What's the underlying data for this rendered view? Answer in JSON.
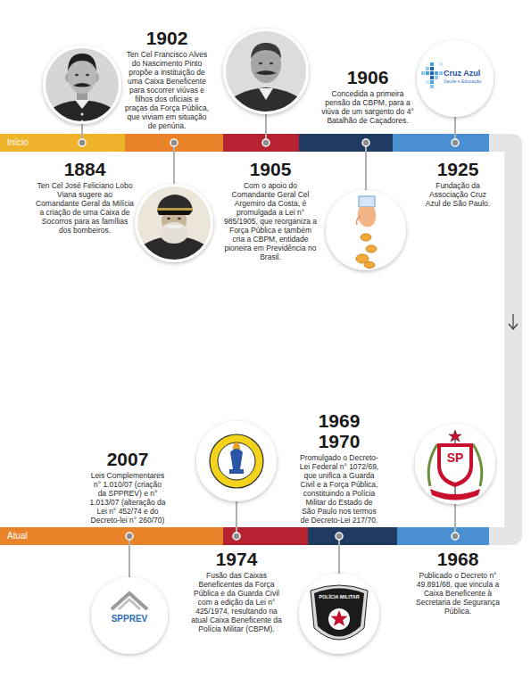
{
  "diagram": {
    "nodes": [
      {
        "text": [
          "1884",
          "Ten Cel José Feliciano Lobo Viana sugere ao Comandante Geral da Milícia a criação de uma Caixa de Socorros para as famílias dos bombeiros."
        ]
      },
      {
        "text": [
          "1902",
          "Ten Cel Francisco Alves do Nascimento Pinto propõe a instituição de uma Caixa Beneficente para socorrer viúvas e filhos dos oficiais e praças da Força Pública, que viviam em situação de penúria."
        ]
      },
      {
        "text": [
          "1905",
          "Com o apoio do Comandante Geral Cel Argemiro da Costa, é promulgada a Lei n° 985/1905, que reorganiza a Força Pública e também cria a CBPM, entidade pioneira em Previdência no Brasil."
        ]
      },
      {
        "text": [
          "1906",
          "Concedida a primeira pensão da CBPM, para a viúva de um sargento do 4° Batalhão de Caçadores."
        ]
      },
      {
        "text": [
          "1925",
          "Fundação da Associação Cruz Azul de São Paulo."
        ]
      },
      {
        "text": [
          "1968",
          "Publicado o Decreto n° 49.891/68, que vincula a Caixa Beneficente à Secretaria de Segurança Pública."
        ]
      },
      {
        "text": [
          "1969 1970",
          "Promulgado o Decreto-Lei Federal n° 1072/69, que unifica a Guarda Civil e a Força Pública, constituindo a Polícia Militar do Estado de São Paulo nos termos de Decreto-Lei 217/70."
        ]
      },
      {
        "text": [
          "1974",
          "Fusão das Caixas Beneficentes da Força Pública e da Guarda Civil com a edição da Lei n° 425/1974, resultando na atual Caixa Beneficente da Polícia Militar (CBPM)."
        ]
      },
      {
        "text": [
          "2007",
          "Leis Complementares n° 1.010/07 (criação da SPPREV) e n° 1.013/07 (alteração da Lei n° 452/74 e do Decreto-lei n° 260/70)"
        ]
      }
    ],
    "labels": [
      "Início",
      "Cruz Azul",
      "Saúde e Educação",
      "Atual",
      "SPPREV",
      "POLÍCIA MILITAR",
      "SP"
    ]
  }
}
